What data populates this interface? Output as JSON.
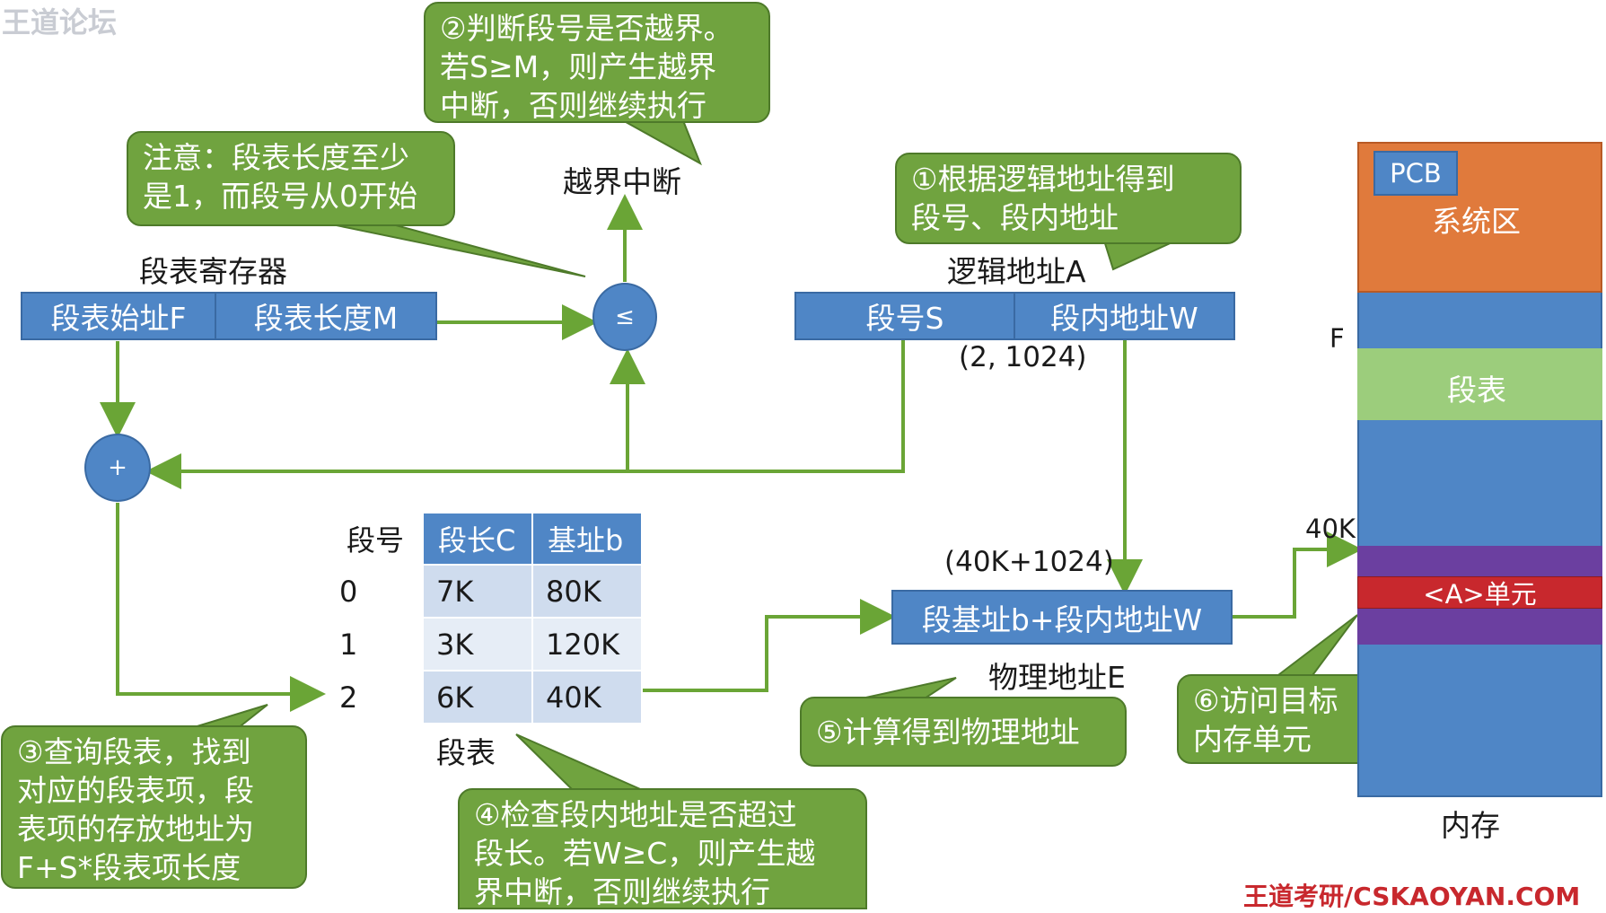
{
  "watermark_top": "王道论坛",
  "watermark_bottom": "王道考研/CSKAOYAN.COM",
  "callouts": {
    "step2": [
      "②判断段号是否越界。",
      "若S≥M，则产生越界",
      "中断，否则继续执行"
    ],
    "note": [
      "注意：段表长度至少",
      "是1，而段号从0开始"
    ],
    "step1": [
      "①根据逻辑地址得到",
      "段号、段内地址"
    ],
    "step3": [
      "③查询段表，找到",
      "对应的段表项，段",
      "表项的存放地址为",
      "F+S*段表项长度"
    ],
    "step4": [
      "④检查段内地址是否超过",
      "段长。若W≥C，则产生越",
      "界中断，否则继续执行"
    ],
    "step5": [
      "⑤计算得到物理地址"
    ],
    "step6": [
      "⑥访问目标",
      "内存单元"
    ]
  },
  "labels": {
    "overflow_interrupt": "越界中断",
    "segment_table_register": "段表寄存器",
    "segment_table_start": "段表始址F",
    "segment_table_length": "段表长度M",
    "compare_op": "≤",
    "add_op": "+",
    "logical_address": "逻辑地址A",
    "segment_number": "段号S",
    "offset": "段内地址W",
    "logical_value": "(2, 1024)",
    "physical_sum_value": "(40K+1024)",
    "physical_formula": "段基址b+段内地址W",
    "physical_address": "物理地址E",
    "segment_table_caption": "段表"
  },
  "segment_table": {
    "headers": [
      "段号",
      "段长C",
      "基址b"
    ],
    "rows": [
      [
        "0",
        "7K",
        "80K"
      ],
      [
        "1",
        "3K",
        "120K"
      ],
      [
        "2",
        "6K",
        "40K"
      ]
    ]
  },
  "memory": {
    "pcb": "PCB",
    "system_area": "系统区",
    "f_marker": "F",
    "segment_table": "段表",
    "marker_40k": "40K",
    "target_unit": "<A>单元",
    "caption": "内存"
  },
  "colors": {
    "blue": "#4f86c6",
    "green_callout": "#70a33f",
    "arrow": "#6aa536",
    "system_area": "#e07a3c",
    "segment_table_mem": "#9ccd7c",
    "purple": "#6b3fa0",
    "target_red": "#c8282d",
    "watermark_red": "#c8282d"
  }
}
